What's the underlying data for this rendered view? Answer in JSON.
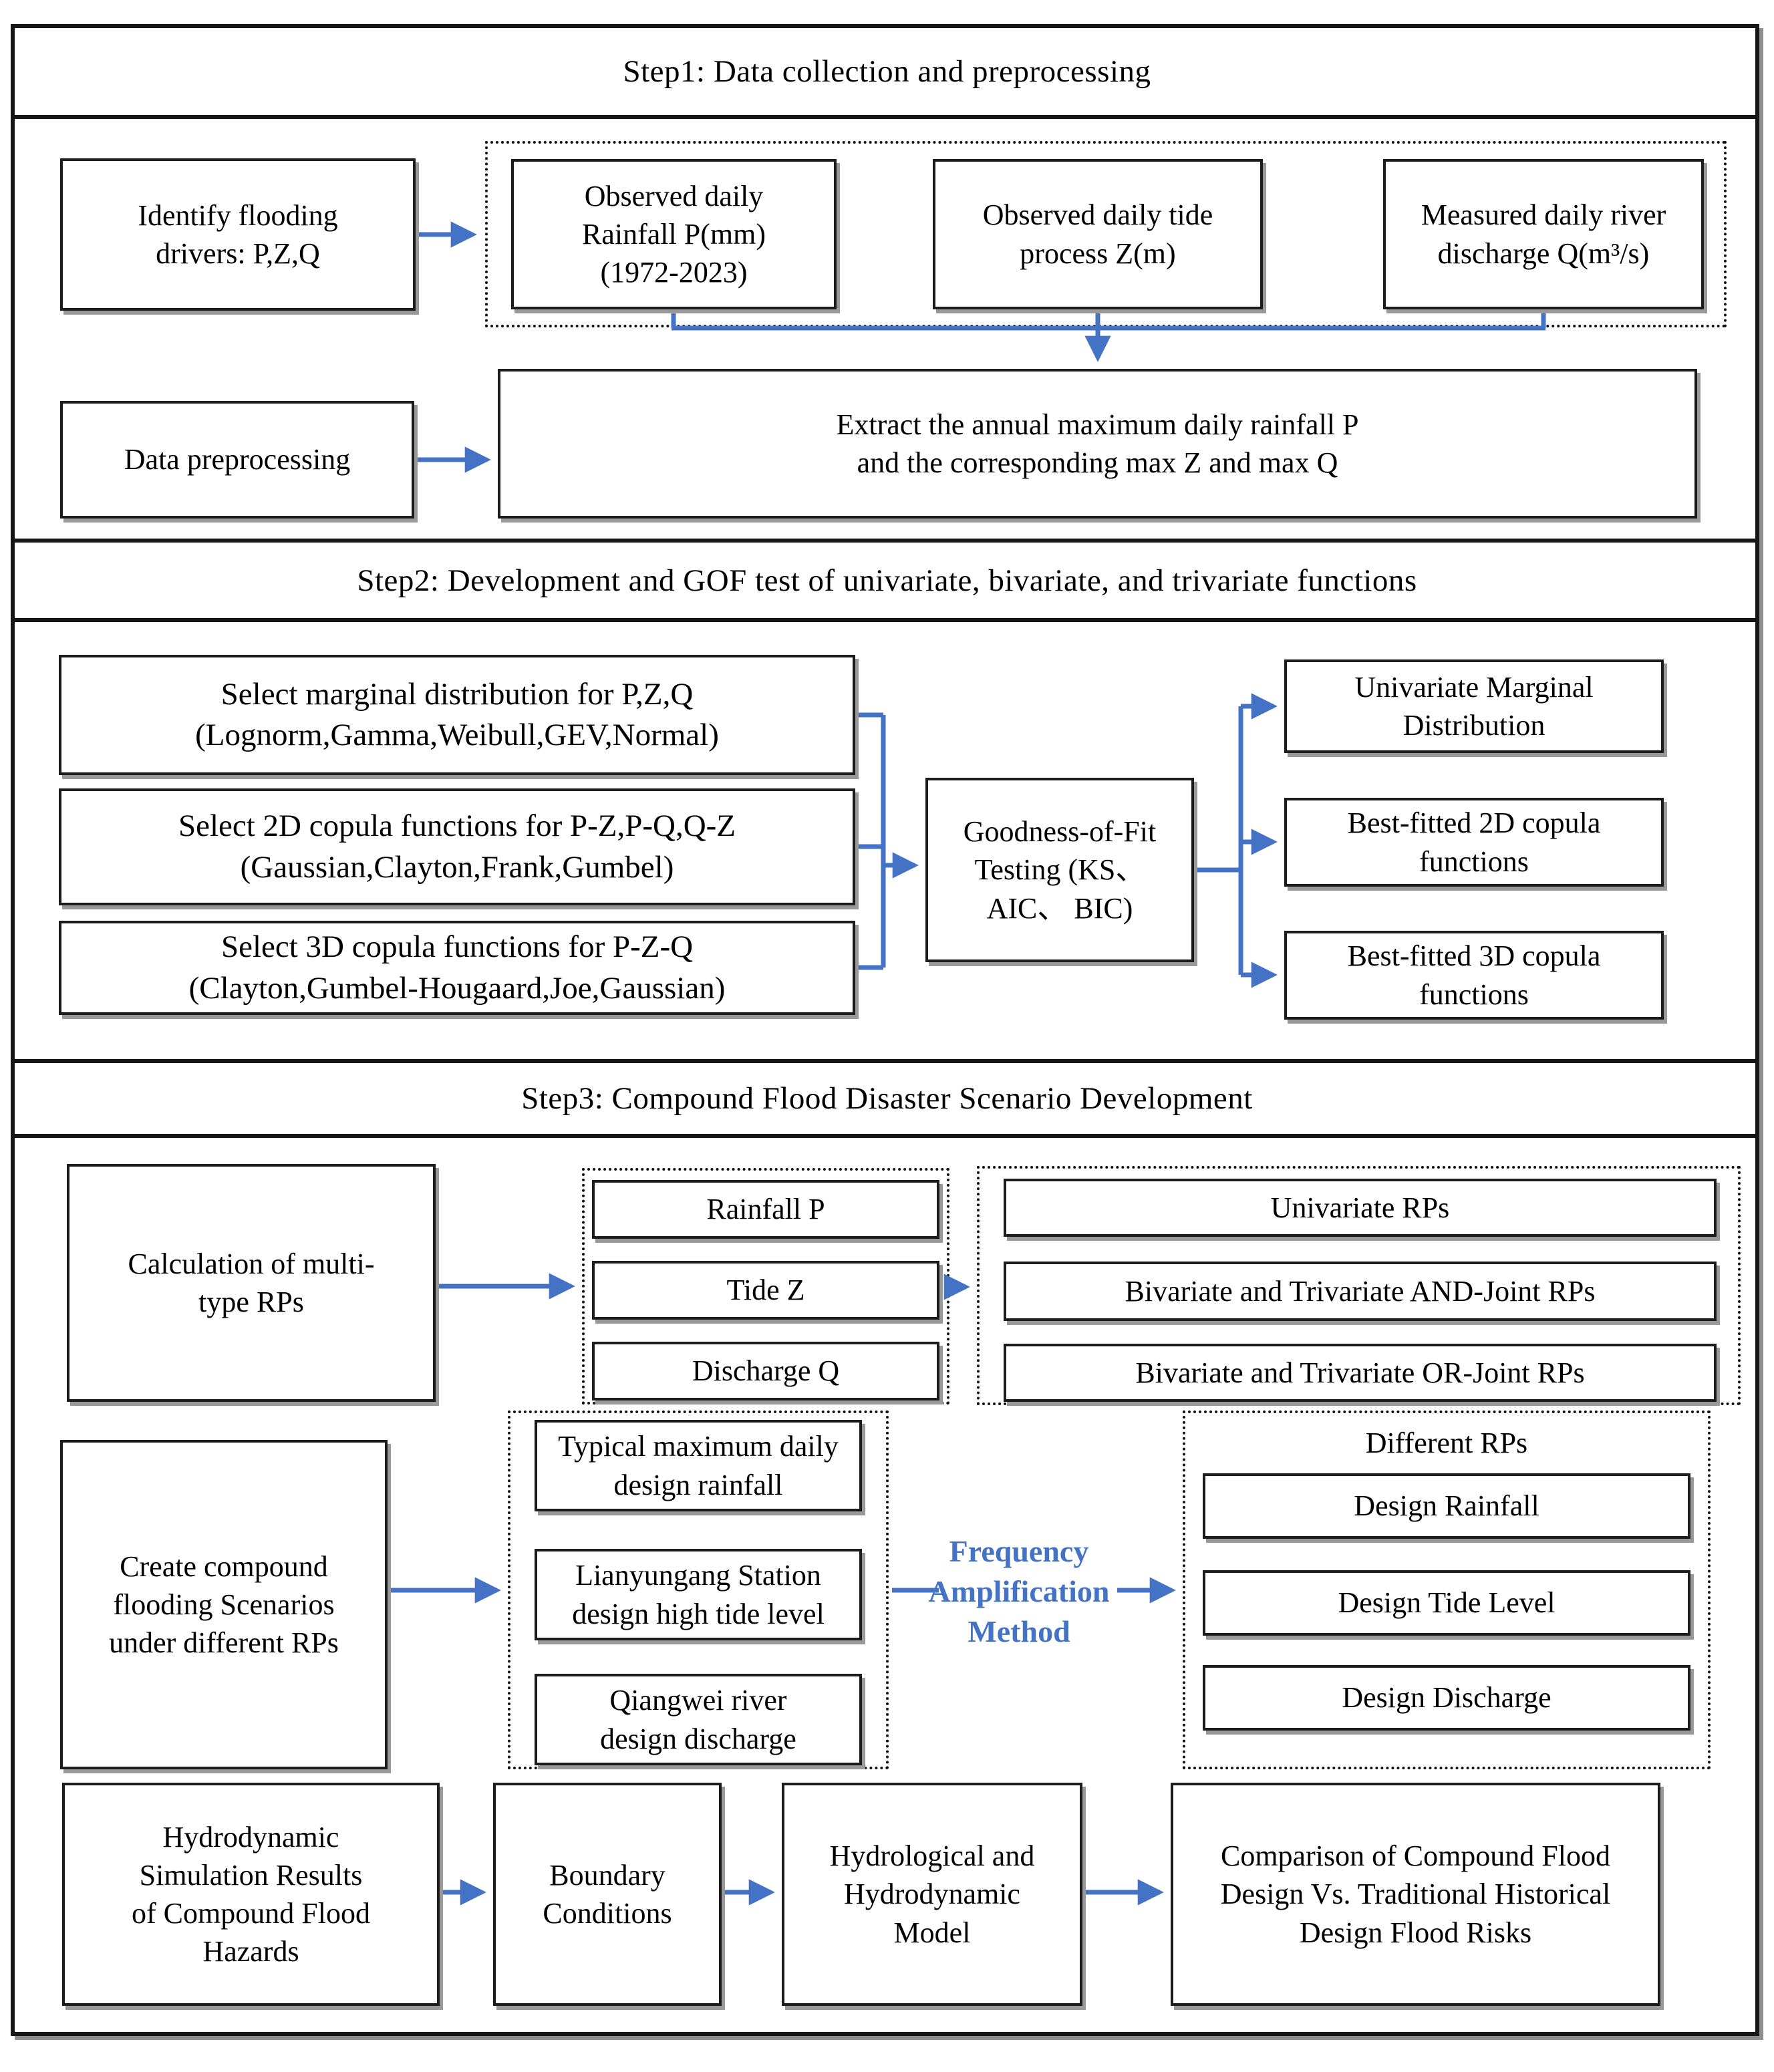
{
  "colors": {
    "arrow_blue": "#4472C4",
    "box_border": "#1c1c1c",
    "background": "#ffffff"
  },
  "step1": {
    "title": "Step1: Data collection and preprocessing",
    "identify_box": "Identify flooding\ndrivers: P,Z,Q",
    "observed_group": {
      "rainfall_box": "Observed daily\nRainfall P(mm)\n(1972-2023)",
      "tide_box": "Observed daily tide\nprocess Z(m)",
      "discharge_box": "Measured daily river\ndischarge Q(m³/s)"
    },
    "preprocess_box": "Data preprocessing",
    "extract_box": "Extract the annual maximum daily rainfall P\nand the corresponding max Z and max Q"
  },
  "step2": {
    "title": "Step2: Development and GOF test of univariate, bivariate, and trivariate functions",
    "marginal_box": "Select marginal distribution for P,Z,Q\n(Lognorm,Gamma,Weibull,GEV,Normal)",
    "copula2d_box": "Select 2D copula functions for P-Z,P-Q,Q-Z\n(Gaussian,Clayton,Frank,Gumbel)",
    "copula3d_box": "Select 3D copula functions for P-Z-Q\n(Clayton,Gumbel-Hougaard,Joe,Gaussian)",
    "gof_box": "Goodness-of-Fit\nTesting (KS、\nAIC、 BIC)",
    "univariate_result_box": "Univariate Marginal\nDistribution",
    "copula2d_result_box": "Best-fitted 2D copula\nfunctions",
    "copula3d_result_box": "Best-fitted 3D copula\nfunctions"
  },
  "step3": {
    "title": "Step3: Compound Flood Disaster Scenario Development",
    "calc_box": "Calculation of multi-\ntype RPs",
    "drivers_group": {
      "rainfall_box": "Rainfall P",
      "tide_box": "Tide Z",
      "discharge_box": "Discharge Q"
    },
    "rp_group": {
      "univariate_box": "Univariate RPs",
      "and_joint_box": "Bivariate and Trivariate AND-Joint RPs",
      "or_joint_box": "Bivariate and Trivariate OR-Joint RPs"
    },
    "create_box": "Create compound\nflooding Scenarios\nunder different RPs",
    "design_group": {
      "rainfall_box": "Typical maximum daily\ndesign rainfall",
      "tide_box": "Lianyungang Station\ndesign high tide level",
      "discharge_box": "Qiangwei river\ndesign discharge"
    },
    "frequency_label": "Frequency\nAmplification\nMethod",
    "different_rps_group": {
      "label": "Different RPs",
      "rainfall_box": "Design Rainfall",
      "tide_box": "Design Tide Level",
      "discharge_box": "Design Discharge"
    },
    "simulation_box": "Hydrodynamic\nSimulation Results\nof Compound Flood\nHazards",
    "boundary_box": "Boundary\nConditions",
    "model_box": "Hydrological and\nHydrodynamic\nModel",
    "comparison_box": "Comparison of Compound Flood\nDesign Vs. Traditional Historical\nDesign Flood Risks"
  }
}
